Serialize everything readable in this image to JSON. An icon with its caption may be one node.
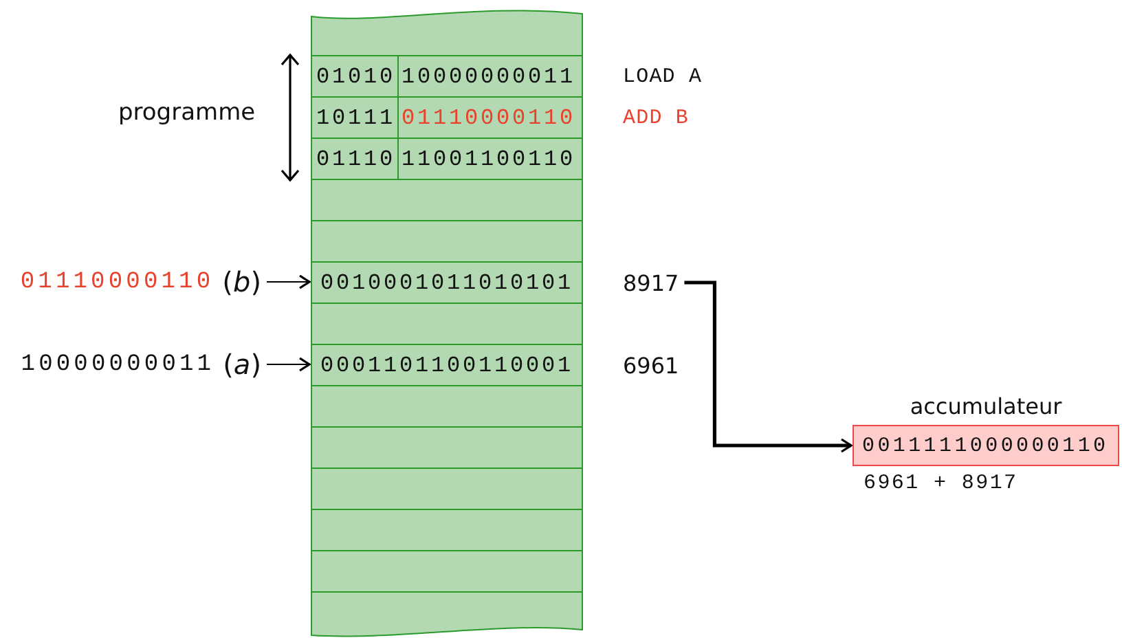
{
  "diagram": {
    "nodes": [
      {
        "text": [],
        "shape": "box"
      },
      {
        "text": [],
        "shape": "box",
        "in": 0
      },
      {
        "text": [
          "01010",
          "10000000011"
        ],
        "in": 0,
        "beside": [
          "LOAD A"
        ]
      },
      {
        "text": [
          "10111",
          "01110000110"
        ],
        "in": 0,
        "beside": [
          "ADD B"
        ]
      },
      {
        "text": [
          "01110",
          "11001100110"
        ],
        "in": 0
      },
      {
        "text": [],
        "shape": "box",
        "in": 0
      },
      {
        "text": [],
        "shape": "box",
        "in": 0
      },
      {
        "text": [
          "0010001011010101"
        ],
        "in": 0,
        "beside": [
          "8917"
        ]
      },
      {
        "text": [],
        "shape": "box",
        "in": 0
      },
      {
        "text": [
          "0001101100110001"
        ],
        "in": 0,
        "beside": [
          "6961"
        ]
      },
      {
        "text": [],
        "shape": "box",
        "in": 0
      },
      {
        "text": [],
        "shape": "box",
        "in": 0
      },
      {
        "text": [],
        "shape": "box",
        "in": 0
      },
      {
        "text": [],
        "shape": "box",
        "in": 0
      },
      {
        "text": [],
        "shape": "box",
        "in": 0
      },
      {
        "text": [],
        "shape": "box",
        "in": 0
      },
      {
        "text": [
          "01110000110",
          "(*b*)"
        ]
      },
      {
        "text": [
          "10000000011",
          "(*a*)"
        ]
      },
      {
        "text": [
          "accumulateur",
          "0011111000000110"
        ],
        "beside": [
          "6961 + 8917"
        ]
      }
    ],
    "edges": [
      {
        "from": 16,
        "to": 7,
        "arrow": "to"
      },
      {
        "from": 17,
        "to": 9,
        "arrow": "to"
      },
      {
        "from": 7,
        "to": 18,
        "arrow": "to",
        "style": "thick"
      }
    ],
    "labels": [
      "programme"
    ]
  }
}
